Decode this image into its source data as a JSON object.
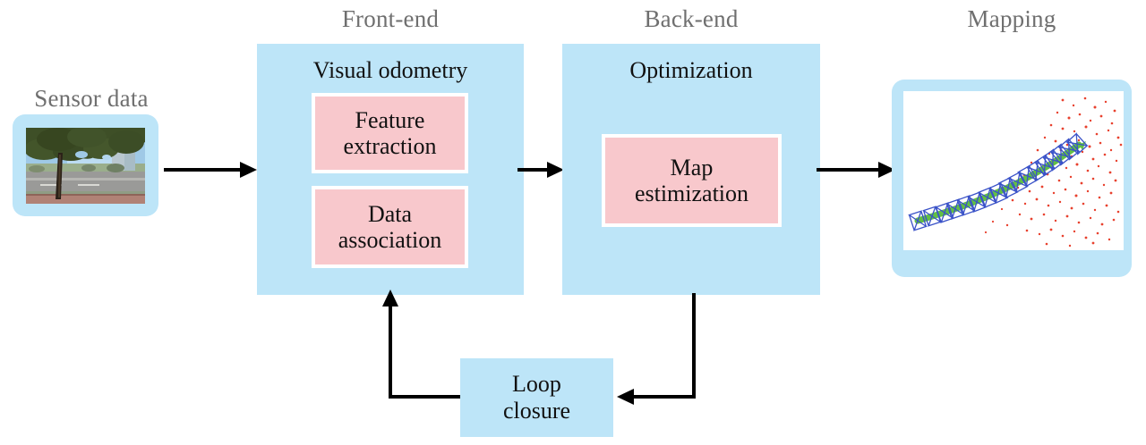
{
  "figure": {
    "title_captions": [
      {
        "id": "sensor-data",
        "label": "Sensor data"
      },
      {
        "id": "front-end",
        "label": "Front-end"
      },
      {
        "id": "back-end",
        "label": "Back-end"
      },
      {
        "id": "mapping",
        "label": "Mapping"
      }
    ],
    "caption_color": "#6f6f6f",
    "panel_color": "#bde5f8",
    "box_color": "#f8c8cc",
    "box_border_color": "#ffffff",
    "arrow_color": "#000000"
  },
  "sensor": {
    "caption": "Sensor data",
    "image_alt": "street scene with tree and road"
  },
  "frontend": {
    "caption": "Front-end",
    "panel_title": "Visual odometry",
    "boxes": [
      {
        "id": "feature-extraction",
        "label": "Feature\nextraction",
        "line1": "Feature",
        "line2": "extraction"
      },
      {
        "id": "data-association",
        "label": "Data\nassociation",
        "line1": "Data",
        "line2": "association"
      }
    ]
  },
  "backend": {
    "caption": "Back-end",
    "panel_title": "Optimization",
    "boxes": [
      {
        "id": "map-estimization",
        "label": "Map\nestimization",
        "line1": "Map",
        "line2": "estimization"
      }
    ]
  },
  "mapping": {
    "caption": "Mapping",
    "image_alt": "SLAM point cloud with green trajectory, blue camera frustums and red landmark points",
    "trajectory_color": "#62c044",
    "camera_color": "#3a52c8",
    "landmark_color": "#e8412e"
  },
  "loop_closure": {
    "label": "Loop closure",
    "line1": "Loop",
    "line2": "closure"
  },
  "arrows": [
    {
      "id": "sensor-to-frontend",
      "from": "sensor-data",
      "to": "front-end",
      "direction": "right"
    },
    {
      "id": "frontend-to-backend",
      "from": "front-end",
      "to": "back-end",
      "direction": "right"
    },
    {
      "id": "backend-to-mapping",
      "from": "back-end",
      "to": "mapping",
      "direction": "right"
    },
    {
      "id": "backend-to-loop-closure",
      "from": "back-end",
      "to": "loop-closure",
      "direction": "left"
    },
    {
      "id": "loop-closure-to-frontend",
      "from": "loop-closure",
      "to": "front-end",
      "direction": "up"
    }
  ]
}
